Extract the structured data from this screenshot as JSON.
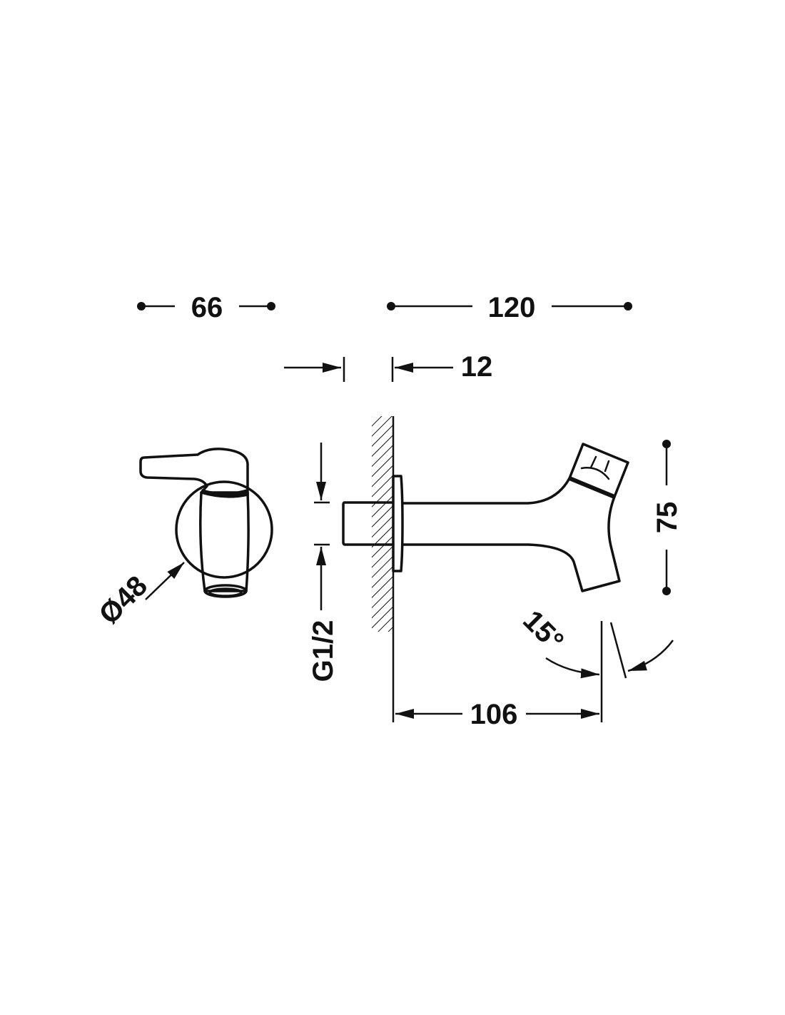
{
  "drawing": {
    "dimensions": {
      "side_width": "66",
      "overall_length": "120",
      "plate_offset": "12",
      "thread": "G1/2",
      "flange_diameter": "Ø48",
      "spout_height": "75",
      "spout_angle": "15°",
      "spout_reach": "106"
    },
    "line_color": "#111111",
    "background": "#ffffff"
  }
}
